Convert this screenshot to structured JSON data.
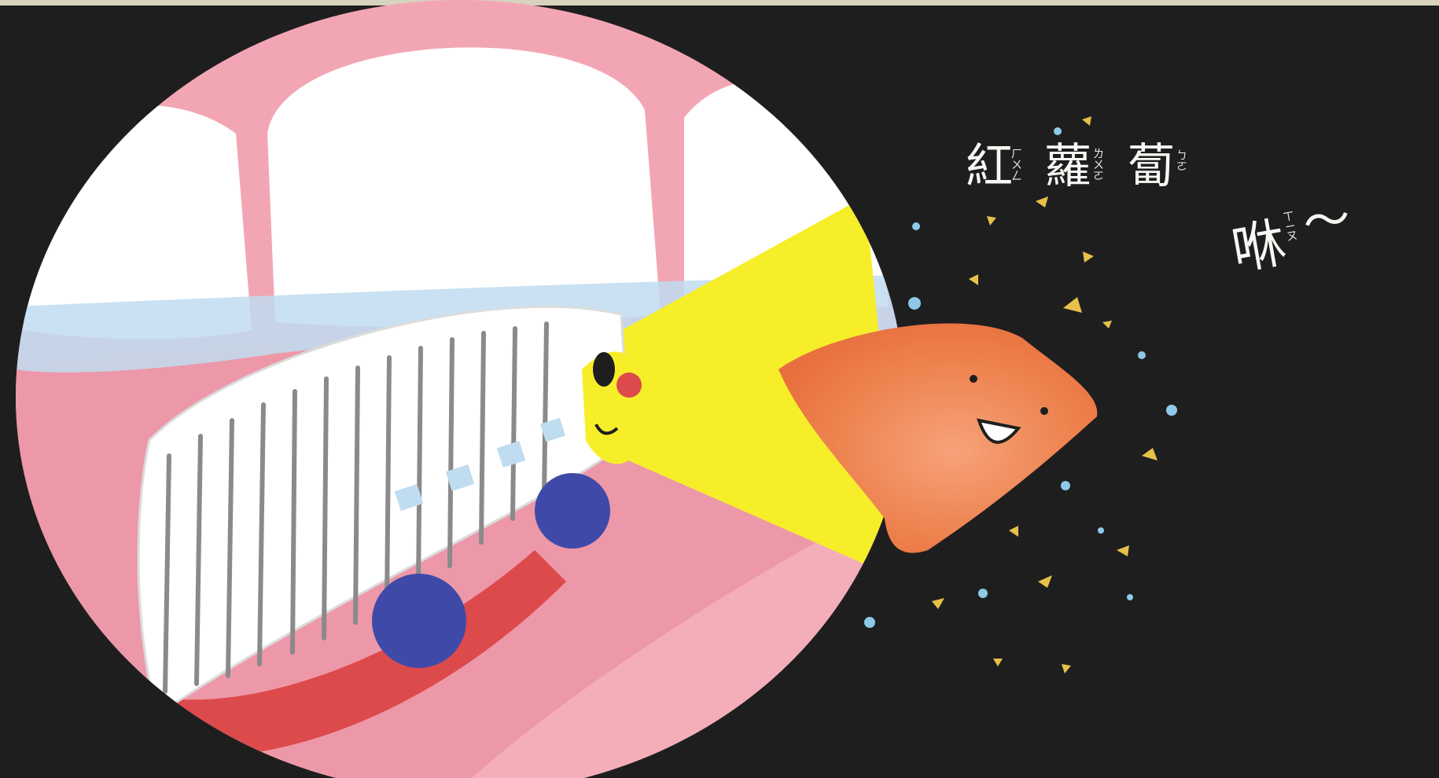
{
  "caption": {
    "word_1": "紅",
    "word_1_zhuyin": "ㄏㄨㄥ",
    "word_2": "蘿",
    "word_2_zhuyin": "ㄌㄨㄛ",
    "word_3": "蔔",
    "word_3_zhuyin": "ㄅㄛ",
    "sound": "咻",
    "sound_zhuyin": "ㄒㄧㄡ",
    "tilde": "～"
  },
  "illustration": {
    "vehicle": "toothbrush-bus",
    "passenger": "carrot-piece",
    "colors": {
      "background": "#1f1e1f",
      "gum": "#f2a6b4",
      "tooth": "#ffffff",
      "beam": "#f7ee2a",
      "carrot": "#ee8450",
      "wheel": "#3f4aa8",
      "tongue_stripe": "#dd4a4c",
      "crumb": "#e6c14a",
      "sparkle": "#8ec9e8"
    }
  }
}
